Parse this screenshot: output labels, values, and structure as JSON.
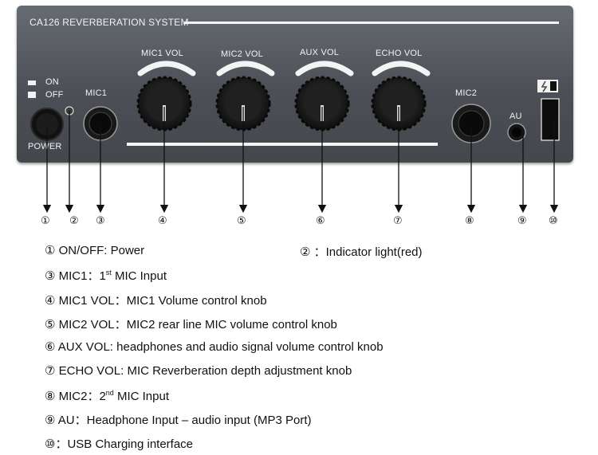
{
  "panel": {
    "brand_label": "CA126 REVERBERATION SYSTEM",
    "on_label": "ON",
    "off_label": "OFF",
    "power_label": "POWER",
    "mic1_label": "MIC1",
    "mic1_vol_label": "MIC1 VOL",
    "mic2_vol_label": "MIC2 VOL",
    "aux_vol_label": "AUX VOL",
    "echo_vol_label": "ECHO VOL",
    "mic2_label": "MIC2",
    "au_label": "AU"
  },
  "callouts": [
    "①",
    "②",
    "③",
    "④",
    "⑤",
    "⑥",
    "⑦",
    "⑧",
    "⑨",
    "⑩"
  ],
  "legend": {
    "l1": "① ON/OFF: Power",
    "l2": "② ：Indicator light(red)",
    "l3_pre": "③ MIC1：1",
    "l3_sup": "st",
    "l3_post": " MIC Input",
    "l4": "④ MIC1 VOL：MIC1 Volume control knob",
    "l5": "⑤ MIC2 VOL：MIC2  rear line MIC volume control knob",
    "l6": "⑥ AUX VOL: headphones and audio signal volume control knob",
    "l7": "⑦ ECHO VOL: MIC Reverberation depth adjustment knob",
    "l8_pre": "⑧ MIC2：2",
    "l8_sup": "nd",
    "l8_post": " MIC Input",
    "l9": "⑨ AU：Headphone Input – audio input (MP3 Port)",
    "l10": "⑩：USB Charging interface"
  },
  "colors": {
    "panel": "#55595f",
    "panel_text": "#f2f2f2",
    "arrow": "#111111"
  }
}
